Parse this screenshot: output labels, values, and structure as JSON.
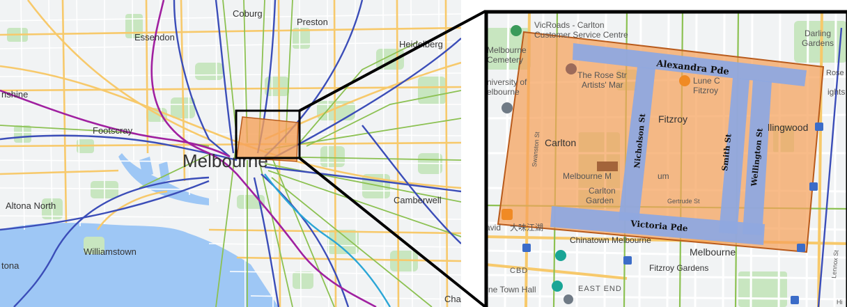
{
  "overview_map": {
    "places": {
      "coburg": "Coburg",
      "preston": "Preston",
      "essendon": "Essendon",
      "heidelberg": "Heidelberg",
      "sunshine": "nshine",
      "footscray": "Footscray",
      "melbourne": "Melbourne",
      "altona_north": "Altona North",
      "camberwell": "Camberwell",
      "williamstown": "Williamstown",
      "altona": "tona",
      "cha": "Cha"
    }
  },
  "zoom_map": {
    "pois": {
      "vicroads": "VicRoads - Carlton",
      "vicroads2": "Customer Service Centre",
      "darling": "Darling",
      "darling2": "Gardens",
      "melbourne_cemetery": "Melbourne",
      "melbourne_cemetery2": "Cemetery",
      "rose_street": "The Rose Str",
      "rose_street2": "Artists' Mar",
      "lune": "Lune C",
      "lune2": "Fitzroy",
      "university": "niversity of",
      "university2": "elbourne",
      "rose_edge": "Rose",
      "lights_edge": "ights",
      "fitzroy": "Fitzroy",
      "collingwood": "llingwood",
      "carlton": "Carlton",
      "melbourne_museum": "Melbourne M",
      "melbourne_museum2": "um",
      "carlton_gardens": "Carlton",
      "carlton_gardens2": "Garden",
      "gertrude": "Gertrude St",
      "swanston": "Swanston St",
      "david": "avid",
      "chinese": "大味江湖",
      "chinatown": "Chinatown Melbourne",
      "melbourne_city": "Melbourne",
      "cbd": "CBD",
      "fitzroy_gardens": "Fitzroy Gardens",
      "town_hall": "rne Town Hall",
      "east_end": "EAST END",
      "lennox": "Lennox St",
      "hi": "Hi"
    },
    "roads": {
      "alexandra": "Alexandra Pde",
      "victoria": "Victoria Pde",
      "nicholson": "Nicholson St",
      "smith": "Smith St",
      "wellington": "Wellington St"
    }
  },
  "colors": {
    "land": "#f1f3f4",
    "water": "#9ec7f5",
    "park": "#c8e6c0",
    "arterial": "#f7c96b",
    "tram": "#8cc152",
    "train": "#3b4db8",
    "train_purple": "#a020a0",
    "train_cyan": "#2ba6d6",
    "study_area_fill": "#f5a15a",
    "study_area_stroke": "#b85a1b",
    "highlight_road": "#8fa8df"
  }
}
